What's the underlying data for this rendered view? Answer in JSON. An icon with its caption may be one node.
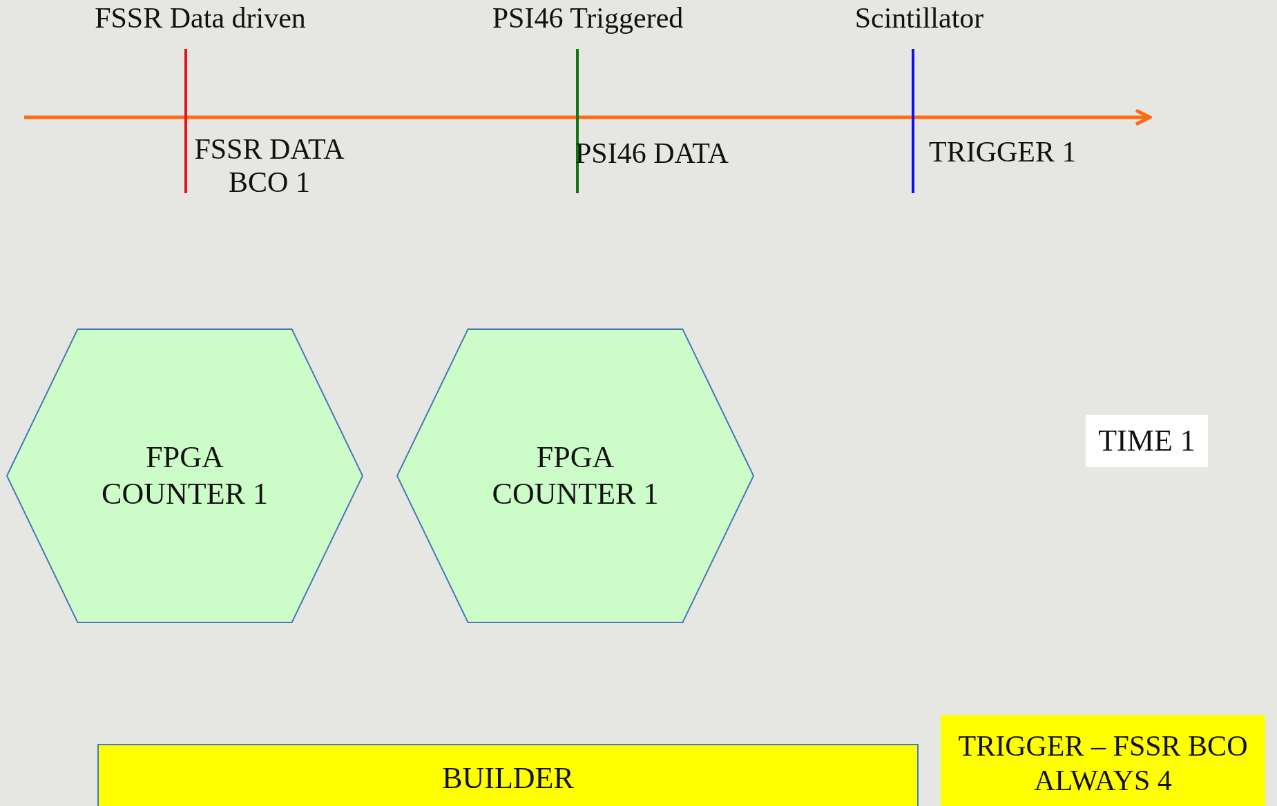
{
  "diagram": {
    "nodes": [
      {
        "text": [
          "FPGA COUNTER 1"
        ]
      },
      {
        "text": [
          "FPGA COUNTER 1"
        ]
      },
      {
        "text": [
          "TIME 1"
        ]
      },
      {
        "text": [
          "BUILDER"
        ]
      },
      {
        "text": [
          "TRIGGER – FSSR BCO ALWAYS 4"
        ]
      }
    ],
    "labels": [
      "FSSR Data driven",
      "PSI46 Triggered",
      "Scintillator",
      "FSSR DATA BCO 1",
      "PSI46 DATA",
      "TRIGGER 1"
    ]
  }
}
